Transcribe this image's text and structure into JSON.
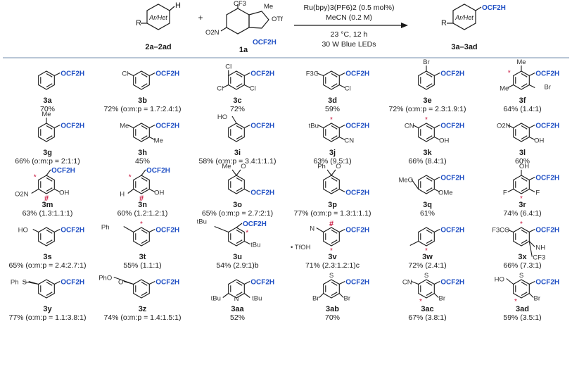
{
  "colors": {
    "ocf2h": "#1f4fc4",
    "mark": "#c8143c",
    "rule": "#b9c6d6"
  },
  "scheme": {
    "substrate_ring_label": "Ar/Het",
    "substrate_r": "R",
    "substrate_h": "H",
    "substrate_id": "2a–2ad",
    "plus": "+",
    "reagent_cf3": "CF3",
    "reagent_me": "Me",
    "reagent_otf": "OTf",
    "reagent_no2": "O2N",
    "reagent_group": "OCF2H",
    "reagent_id": "1a",
    "cond_catalyst": "Ru(bpy)3(PF6)2 (0.5 mol%)",
    "cond_solvent": "MeCN (0.2 M)",
    "cond_temp": "23 °C, 12 h",
    "cond_light": "30 W Blue LEDs",
    "product_group": "OCF2H",
    "product_id": "3a–3ad"
  },
  "compounds": [
    {
      "id": "3a",
      "val": "70%"
    },
    {
      "id": "3b",
      "val": "72% (o:m:p = 1.7:2.4:1)"
    },
    {
      "id": "3c",
      "val": "72%"
    },
    {
      "id": "3d",
      "val": "59%"
    },
    {
      "id": "3e",
      "val": "72% (o:m:p = 2.3:1.9:1)"
    },
    {
      "id": "3f",
      "val": "64% (1.4:1)"
    },
    {
      "id": "3g",
      "val": "66% (o:m:p = 2:1:1)"
    },
    {
      "id": "3h",
      "val": "45%"
    },
    {
      "id": "3i",
      "val": "58% (o:m:p = 3.4:1:1.1)"
    },
    {
      "id": "3j",
      "val": "63% (9.5:1)"
    },
    {
      "id": "3k",
      "val": "66% (8.4:1)"
    },
    {
      "id": "3l",
      "val": "60%"
    },
    {
      "id": "3m",
      "val": "63% (1.3:1.1:1)"
    },
    {
      "id": "3n",
      "val": "60% (1.2:1.2:1)"
    },
    {
      "id": "3o",
      "val": "65% (o:m:p = 2.7:2:1)"
    },
    {
      "id": "3p",
      "val": "77% (o:m:p = 1.3:1:1.1)"
    },
    {
      "id": "3q",
      "val": "61%"
    },
    {
      "id": "3r",
      "val": "74% (6.4:1)"
    },
    {
      "id": "3s",
      "val": "65% (o:m:p = 2.4:2.7:1)"
    },
    {
      "id": "3t",
      "val": "55% (1.1:1)"
    },
    {
      "id": "3u",
      "val": "54% (2.9:1)b"
    },
    {
      "id": "3v",
      "val": "71% (2.3:1.2:1)c"
    },
    {
      "id": "3w",
      "val": "72% (2.4:1)"
    },
    {
      "id": "3x",
      "val": "66% (7.3:1)"
    },
    {
      "id": "3y",
      "val": "77% (o:m:p = 1.1:3.8:1)"
    },
    {
      "id": "3z",
      "val": "74% (o:m:p = 1.4:1.5:1)"
    },
    {
      "id": "3aa",
      "val": "52%"
    },
    {
      "id": "3ab",
      "val": "70%"
    },
    {
      "id": "3ac",
      "val": "67% (3.8:1)"
    },
    {
      "id": "3ad",
      "val": "59% (3.5:1)"
    }
  ],
  "labels": {
    "ocf2h": "OCF2H",
    "cl": "Cl",
    "f3c": "F3C",
    "br": "Br",
    "me": "Me",
    "ho": "HO",
    "tbu": "tBu",
    "cn": "CN",
    "oh": "OH",
    "o2n": "O2N",
    "o": "O",
    "f": "F",
    "ph": "Ph",
    "meo": "MeO",
    "ome": "OMe",
    "h": "H",
    "tfoh": "• TfOH",
    "n": "N",
    "f3co": "F3CO",
    "nh": "NH",
    "cf3": "CF3",
    "s": "S",
    "pho": "PhO",
    "star": "*",
    "hash": "#"
  }
}
